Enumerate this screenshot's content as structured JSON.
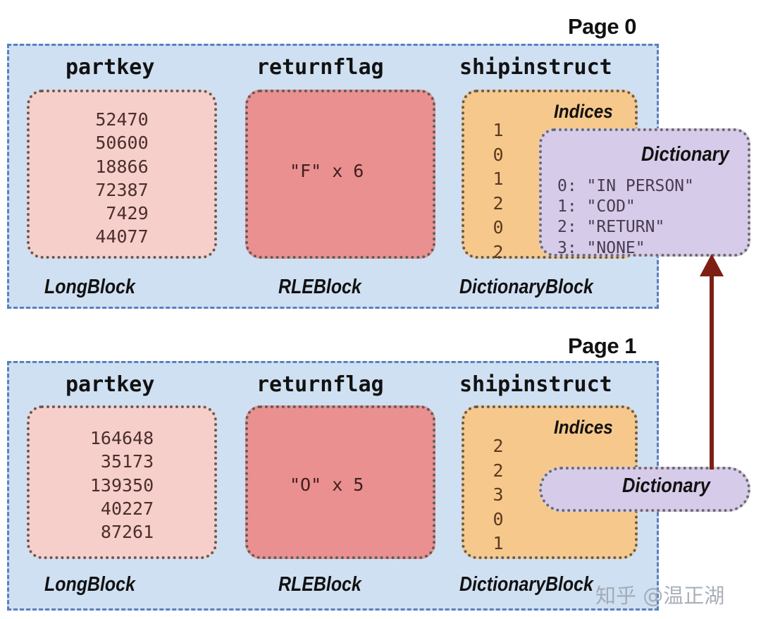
{
  "diagram": {
    "title_font_note": "",
    "colors": {
      "page_fill": "#cfe0f2",
      "page_border": "#5a7fc0",
      "long_block": "#f6cfcb",
      "rle_block": "#ea9090",
      "dictionary_block": "#f7c88b",
      "dictionary_overlay": "#d6cbe8",
      "arrow": "#7d1f13",
      "block_border": "#5d5d5d"
    }
  },
  "columns": {
    "partkey": "partkey",
    "returnflag": "returnflag",
    "shipinstruct": "shipinstruct"
  },
  "block_labels": {
    "long": "LongBlock",
    "rle": "RLEBlock",
    "dictionary": "DictionaryBlock"
  },
  "captions": {
    "indices": "Indices",
    "dictionary": "Dictionary"
  },
  "pages": [
    {
      "title": "Page 0",
      "partkey_values": "52470\n50600\n18866\n72387\n 7429\n44077",
      "returnflag_rle": "\"F\" x 6",
      "indices": "1\n0\n1\n2\n0\n2",
      "dictionary_entries": "0: \"IN PERSON\"\n1: \"COD\"\n2: \"RETURN\"\n3: \"NONE\""
    },
    {
      "title": "Page 1",
      "partkey_values": "164648\n 35173\n139350\n 40227\n 87261",
      "returnflag_rle": "\"O\" x 5",
      "indices": "2\n2\n3\n0\n1",
      "dictionary_entries": ""
    }
  ],
  "watermark": "知乎 @温正湖"
}
